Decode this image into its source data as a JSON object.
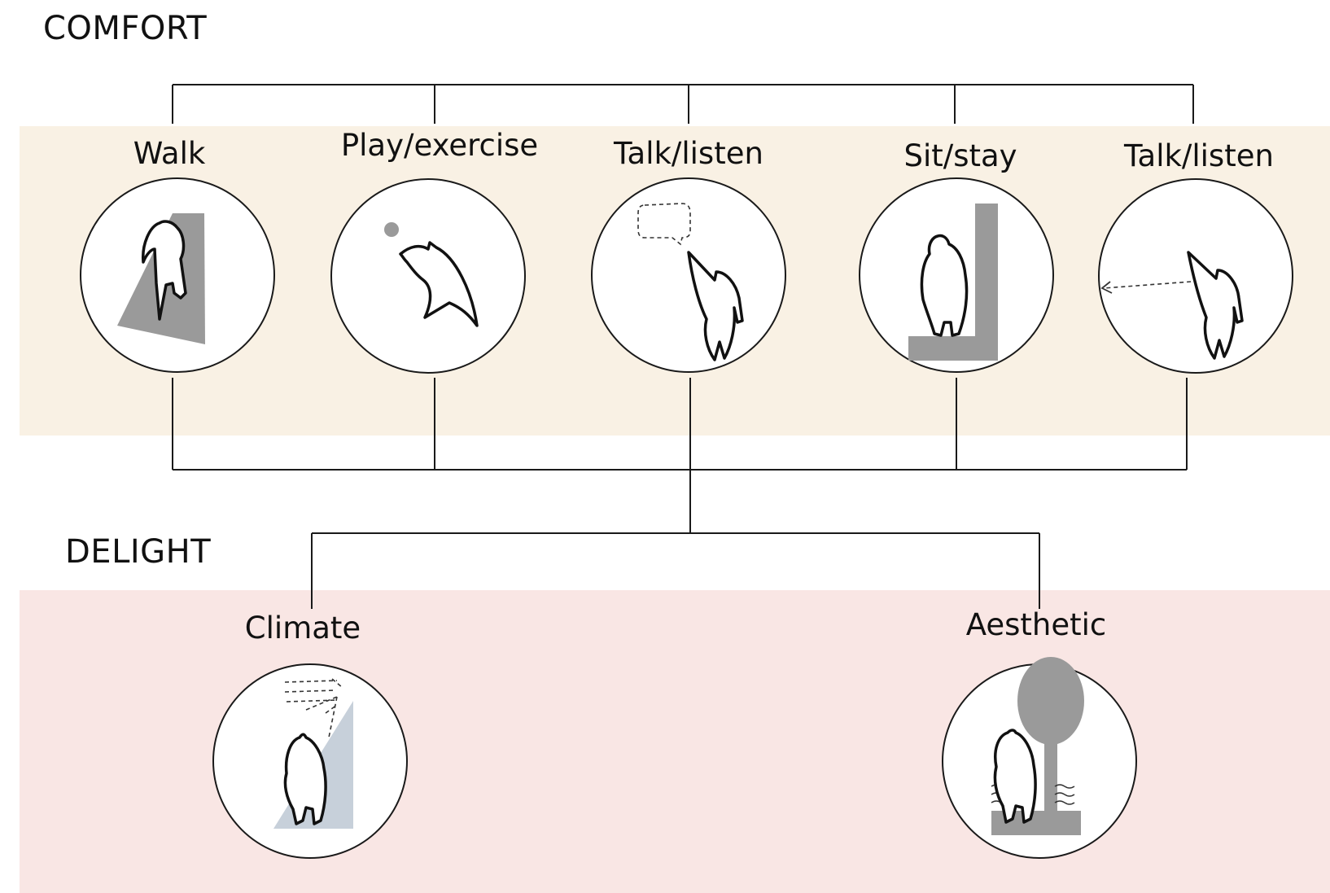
{
  "comfort": {
    "title": "COMFORT",
    "band_color": "#f9f1e4",
    "activities": [
      {
        "label": "Walk",
        "icon": "walking-person-icon"
      },
      {
        "label": "Play/exercise",
        "icon": "person-playing-ball-icon"
      },
      {
        "label": "Talk/listen",
        "icon": "person-talking-speech-bubble-icon"
      },
      {
        "label": "Sit/stay",
        "icon": "person-sitting-against-wall-icon"
      },
      {
        "label": "Talk/listen",
        "icon": "person-listening-arrow-icon"
      }
    ]
  },
  "delight": {
    "title": "DELIGHT",
    "band_color": "#f9e6e4",
    "qualities": [
      {
        "label": "Climate",
        "icon": "person-in-sunlight-icon"
      },
      {
        "label": "Aesthetic",
        "icon": "person-by-tree-icon"
      }
    ]
  },
  "colors": {
    "line": "#1a1a1a",
    "figure_fill": "#ffffff",
    "shape_gray": "#9a9a9a",
    "climate_tint": "#c7d0da"
  }
}
